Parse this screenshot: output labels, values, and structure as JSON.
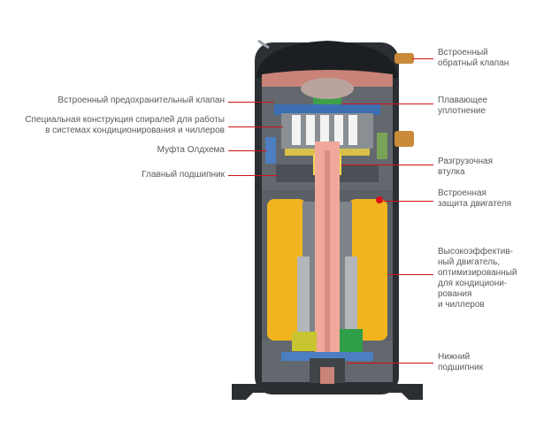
{
  "labels_left": [
    {
      "id": "safety-valve",
      "text": "Встроенный предохранительный клапан"
    },
    {
      "id": "scroll-design",
      "text": "Специальная конструкция спиралей для работы\nв системах кондиционирования и чиллеров"
    },
    {
      "id": "oldham-coupling",
      "text": "Муфта Олдхема"
    },
    {
      "id": "main-bearing",
      "text": "Главный подшипник"
    }
  ],
  "labels_right": [
    {
      "id": "check-valve",
      "text": "Встроенный\nобратный клапан"
    },
    {
      "id": "floating-seal",
      "text": "Плавающее\nуплотнение"
    },
    {
      "id": "unloader-bushing",
      "text": "Разгрузочная\nвтулка"
    },
    {
      "id": "motor-protection",
      "text": "Встроенная\nзащита двигателя"
    },
    {
      "id": "motor",
      "text": "Высокоэффектив-\nный двигатель,\nоптимизированный\nдля кондициони-\nрования\nи чиллеров"
    },
    {
      "id": "lower-bearing",
      "text": "Нижний\nподшипник"
    }
  ],
  "colors": {
    "leader": "#d40f1a",
    "label_text": "#555a5f",
    "shell": "#2b2f33",
    "interior": "#62686d",
    "shaft": "#f0a89a",
    "winding": "#f2b41f",
    "cap": "#c98377"
  }
}
